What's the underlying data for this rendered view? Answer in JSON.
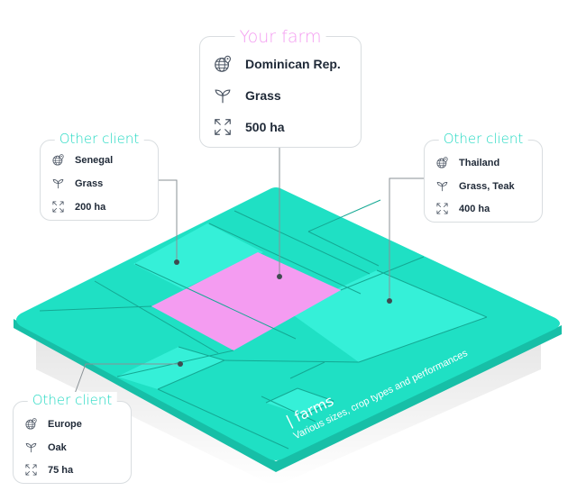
{
  "colors": {
    "board_top": "#1fe0c4",
    "board_side": "#17bfa7",
    "board_light": "#35f0d8",
    "plot_line": "#14a893",
    "your_farm_plot": "#f49cf1",
    "title_pink": "#f49cf1",
    "title_teal": "#22d9c2",
    "leader_line": "#8a9196"
  },
  "main_card": {
    "title": "Your farm",
    "rows": [
      {
        "icon": "globe-location-icon",
        "text": "Dominican Rep."
      },
      {
        "icon": "sprout-icon",
        "text": "Grass"
      },
      {
        "icon": "expand-arrows-icon",
        "text": "500 ha"
      }
    ]
  },
  "left_card": {
    "title": "Other client",
    "rows": [
      {
        "icon": "globe-location-icon",
        "text": "Senegal"
      },
      {
        "icon": "sprout-icon",
        "text": "Grass"
      },
      {
        "icon": "expand-arrows-icon",
        "text": "200 ha"
      }
    ]
  },
  "right_card": {
    "title": "Other client",
    "rows": [
      {
        "icon": "globe-location-icon",
        "text": "Thailand"
      },
      {
        "icon": "sprout-icon",
        "text": "Grass, Teak"
      },
      {
        "icon": "expand-arrows-icon",
        "text": "400 ha"
      }
    ]
  },
  "bottom_card": {
    "title": "Other client",
    "rows": [
      {
        "icon": "globe-location-icon",
        "text": "Europe"
      },
      {
        "icon": "sprout-icon",
        "text": "Oak"
      },
      {
        "icon": "expand-arrows-icon",
        "text": "75 ha"
      }
    ]
  },
  "board": {
    "label_title": "| farms",
    "label_subtitle": "Various sizes, crop types and performances"
  }
}
